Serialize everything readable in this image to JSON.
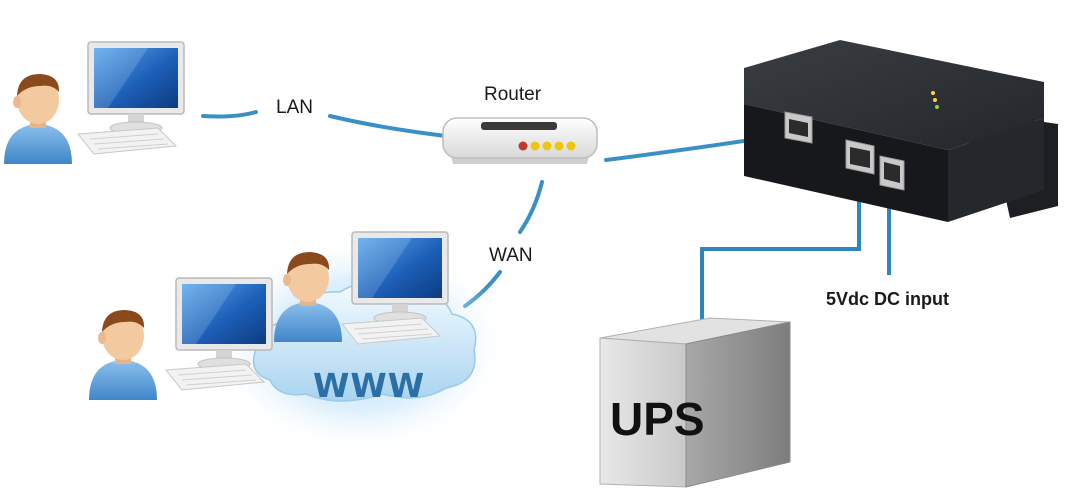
{
  "labels": {
    "lan": "LAN",
    "router": "Router",
    "wan": "WAN",
    "dc_input": "5Vdc DC input",
    "ups": "UPS",
    "www": "WWW"
  },
  "colors": {
    "cable": "#3a8fc7",
    "ups_cable": "#2e86c1",
    "device_body": "#2a2d31",
    "router_body": "#f2f2f2",
    "cloud": "#cfe6f7",
    "user_shirt": "#5b9bd5",
    "skin": "#f3c9a0",
    "hair": "#8a4a1c",
    "monitor_screen": "#1d5fb8"
  },
  "icons": [
    "user-icon",
    "computer-icon",
    "router-icon",
    "cloud-icon",
    "ups-icon",
    "device-icon"
  ]
}
